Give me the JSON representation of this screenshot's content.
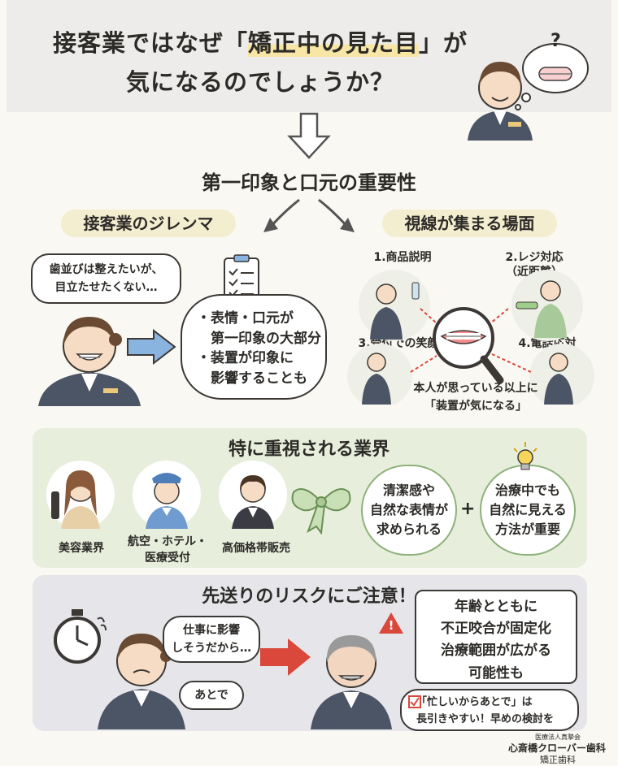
{
  "header": {
    "title_line1_pre": "接客業ではなぜ「",
    "title_line1_hl": "矯正中の見た目",
    "title_line1_post": "」が",
    "title_line2": "気になるのでしょうか？",
    "thought_symbol": "?"
  },
  "section1": {
    "title": "第一印象と口元の重要性",
    "left_tag": "接客業のジレンマ",
    "right_tag": "視線が集まる場面",
    "speech": [
      "歯並びは整えたいが、",
      "目立たせたくない…"
    ],
    "cloud_points": [
      "・表情・口元が",
      "　第一印象の大部分",
      "・装置が印象に",
      "　影響することも"
    ],
    "scenes": [
      "1.商品説明",
      "2.レジ対応",
      "（近距離）",
      "3.受付での笑顔",
      "4.電話応対"
    ],
    "caption": [
      "本人が思っている以上に",
      "「装置が気になる」"
    ]
  },
  "section2": {
    "title": "特に重視される業界",
    "industries": [
      "美容業界",
      "航空・ホテル・",
      "医療受付",
      "高価格帯販売"
    ],
    "card_left": [
      "清潔感や",
      "自然な表情が",
      "求められる"
    ],
    "plus": "+",
    "card_right": [
      "治療中でも",
      "自然に見える",
      "方法が重要"
    ]
  },
  "section3": {
    "title": "先送りのリスクにご注意！",
    "speech_work": [
      "仕事に影響",
      "しそうだから…"
    ],
    "speech_later": "あとで",
    "warning": [
      "年齢とともに",
      "不正咬合が固定化",
      "治療範囲が広がる",
      "可能性も"
    ],
    "check_note": [
      "「忙しいからあとで」は",
      "長引きやすい！早めの検討を"
    ],
    "warn_symbol": "!"
  },
  "footer": {
    "org": "医療法人真摯会",
    "clinic": "心斎橋クローバー歯科",
    "dept": "矯正歯科"
  },
  "colors": {
    "accent_yellow": "#f7e6a6",
    "green_panel": "#e7efdc",
    "red_arrow": "#d9483b",
    "blue_arrow": "#8ab4e0"
  }
}
